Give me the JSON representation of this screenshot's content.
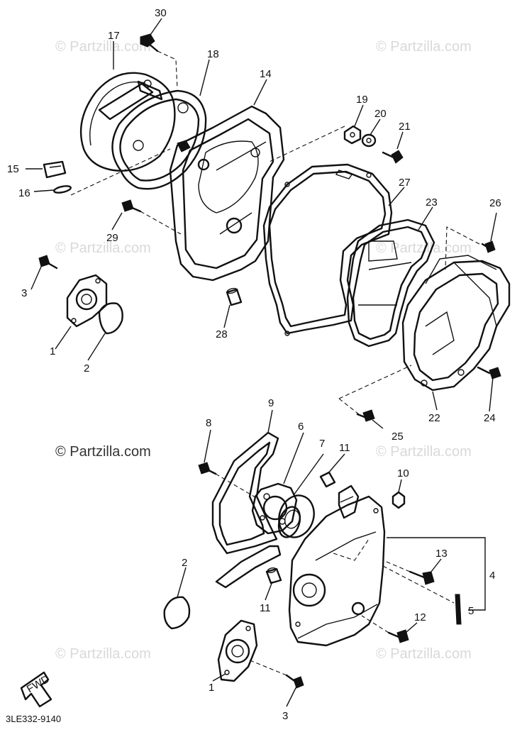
{
  "diagram": {
    "code": "3LE332-9140",
    "watermark": "© Partzilla.com",
    "fwd": "FWD",
    "labels": {
      "30": "30",
      "17": "17",
      "18": "18",
      "14": "14",
      "19": "19",
      "20": "20",
      "21": "21",
      "15": "15",
      "16": "16",
      "27": "27",
      "23": "23",
      "26": "26",
      "29": "29",
      "3a": "3",
      "1a": "1",
      "2a": "2",
      "28": "28",
      "22": "22",
      "24": "24",
      "25": "25",
      "9": "9",
      "8": "8",
      "6": "6",
      "7": "7",
      "11a": "11",
      "10": "10",
      "13": "13",
      "4": "4",
      "5": "5",
      "2b": "2",
      "11b": "11",
      "12": "12",
      "1b": "1",
      "3b": "3"
    }
  }
}
